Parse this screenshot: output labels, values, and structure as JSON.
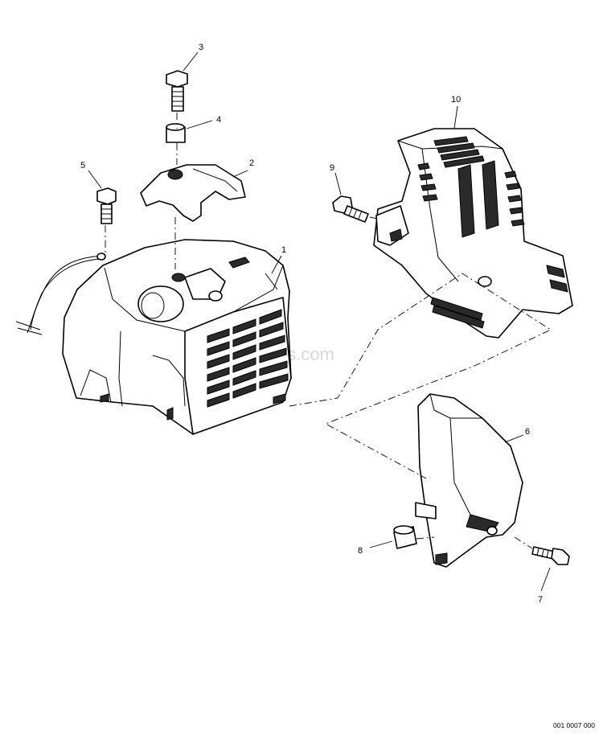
{
  "watermark": "eReplacementParts.com",
  "figure_number": "001 0007 000",
  "callouts": {
    "c1": "1",
    "c2": "2",
    "c3": "3",
    "c4": "4",
    "c5": "5",
    "c6": "6",
    "c7": "7",
    "c8": "8",
    "c9": "9",
    "c10": "10"
  }
}
